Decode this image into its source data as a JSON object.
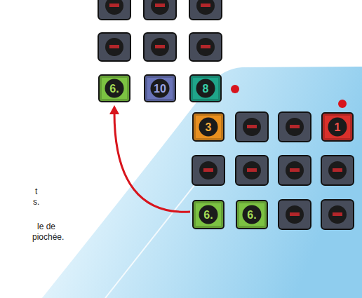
{
  "diagram": {
    "nodes": [
      {
        "text": [
          "6."
        ]
      },
      {
        "text": [
          "10"
        ]
      },
      {
        "text": [
          "8"
        ]
      },
      {
        "text": [
          "3"
        ]
      },
      {
        "text": [
          "1"
        ]
      },
      {
        "text": [
          "6."
        ]
      },
      {
        "text": [
          "6."
        ]
      }
    ],
    "edges": [
      {
        "from": 5,
        "to": 0,
        "arrow": "to"
      }
    ],
    "labels": [
      "t",
      "s.",
      "le de",
      "piochée."
    ]
  }
}
